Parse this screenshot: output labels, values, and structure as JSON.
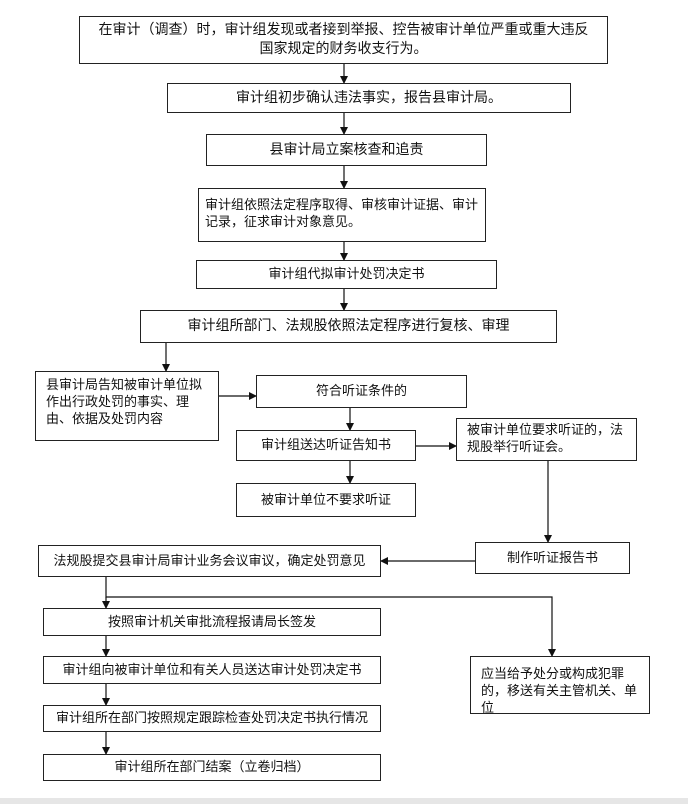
{
  "flowchart": {
    "steps": {
      "discover": "在审计（调查）时，审计组发现或者接到举报、控告被审计单位严重或重大违反国家规定的财务收支行为。",
      "confirm_report": "审计组初步确认违法事实，报告县审计局。",
      "case_filing": "县审计局立案核查和追责",
      "evidence": "审计组依照法定程序取得、审核审计证据、审计记录，征求审计对象意见。",
      "draft_decision": "审计组代拟审计处罚决定书",
      "review": "审计组所部门、法规股依照法定程序进行复核、审理",
      "notify": "县审计局告知被审计单位拟作出行政处罚的事实、理由、依据及处罚内容",
      "hearing_conditions": "符合听证条件的",
      "hearing_notice": "审计组送达听证告知书",
      "request_hearing": "被审计单位要求听证的，法规股举行听证会。",
      "no_hearing": "被审计单位不要求听证",
      "hearing_report": "制作听证报告书",
      "committee_review": "法规股提交县审计局审计业务会议审议，确定处罚意见",
      "director_sign": "按照审计机关审批流程报请局长签发",
      "deliver_decision": "审计组向被审计单位和有关人员送达审计处罚决定书",
      "track_execution": "审计组所在部门按照规定跟踪检查处罚决定书执行情况",
      "close_case": "审计组所在部门结案（立卷归档）",
      "transfer": "应当给予处分或构成犯罪的，移送有关主管机关、单位"
    }
  }
}
